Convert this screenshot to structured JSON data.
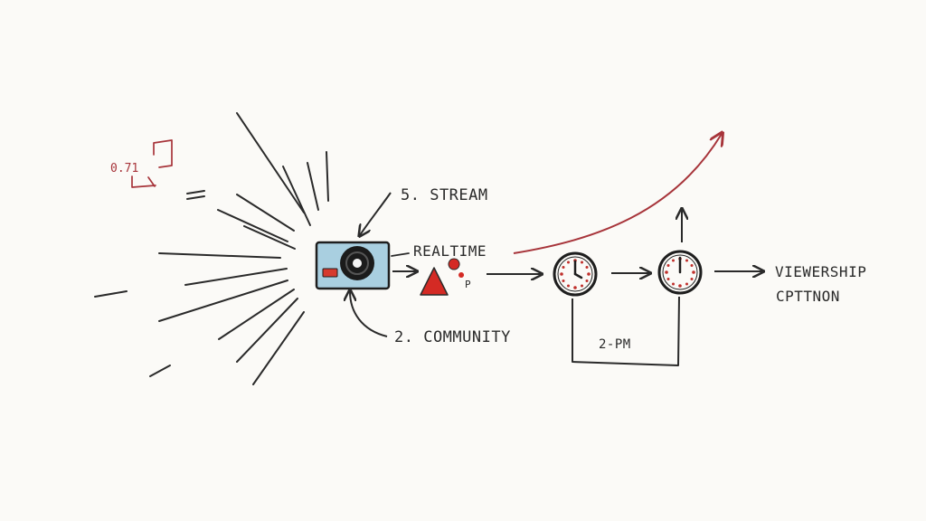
{
  "labels": {
    "stream": "5. STREAM",
    "realtime": "REALTIME",
    "community": "2. COMMUNITY",
    "interval": "2-PM",
    "outcome_line1": "VIEWERSHIP",
    "outcome_line2": "CPTTNON",
    "corner_note": "0.71",
    "triangle_tag": "P"
  },
  "icons": {
    "camera": "camera-icon",
    "triangle": "red-triangle-icon",
    "clock_1": "clock-icon",
    "clock_2": "clock-icon"
  },
  "colors": {
    "ink": "#2a2a2a",
    "red_ink": "#a7343a",
    "camera_blue": "#a9cfe0",
    "triangle_red": "#d42a24",
    "paper": "#fbfaf7"
  }
}
